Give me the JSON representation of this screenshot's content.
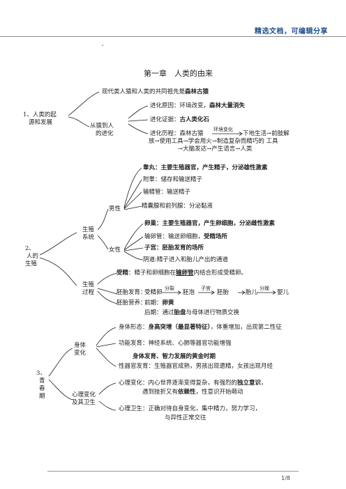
{
  "header": {
    "text": "精选文档，可编辑分享"
  },
  "title": "第一章　人类的由来",
  "s1": {
    "label": [
      "1、人类的起",
      "源和发展"
    ],
    "ancestor": {
      "text": "现代类人猿和人类的共同祖先是",
      "bold": "森林古猿"
    },
    "from_ape": [
      "从猿到人",
      "的进化"
    ],
    "reason": {
      "text": "进化原因：环境改变，",
      "bold": "森林大量消失"
    },
    "evidence": {
      "text": "进化证据：",
      "bold": "古人类化石"
    },
    "process": {
      "line1_a": "进化历程：森林古猿",
      "arrow_label": "环境变化",
      "line1_b": "下地生活→前肢解",
      "line2": "放→使用工具→学会用火→制造复杂而精巧的 工具",
      "line3": "→大脑发达→产生语言→人类"
    }
  },
  "s2": {
    "label": [
      "2、",
      "人的",
      "生殖"
    ],
    "system": [
      "生殖",
      "系统"
    ],
    "male": "男性",
    "female": "女性",
    "male_items": [
      {
        "text": "睾丸：主要生殖器官，",
        "bold": "产生精子，分泌雄性激素"
      },
      {
        "text": "附睾：储存和输送精子",
        "bold": ""
      },
      {
        "text": "输精管：输送精子",
        "bold": ""
      },
      {
        "text": "精囊腺和前列腺：分泌黏液",
        "bold": ""
      }
    ],
    "female_items": [
      {
        "text": "卵巢：主要生殖器官，",
        "bold": "产生卵细胞，分泌雌性激素"
      },
      {
        "text": "输卵管：输送卵细胞，",
        "bold": "受精场所"
      },
      {
        "text": "子宫：",
        "bold": "胚胎发育的场所"
      },
      {
        "text": "阴道:精子进入和胎儿产出的通道",
        "bold": ""
      }
    ],
    "process": [
      "生殖",
      "过程"
    ],
    "fertilization": {
      "bold": "受精",
      "a": "：精子和卵细胞在",
      "hl": "输卵管",
      "b": "内结合形成受精卵。"
    },
    "develop": {
      "label": "胚胎发育：",
      "nodes": [
        "受精卵",
        "胚泡",
        "胎儿",
        "婴儿"
      ],
      "arrows": [
        "分裂",
        "子宫",
        "分娩"
      ],
      "mid": "胚胎"
    },
    "nutrition": {
      "label": "胚胎营养：",
      "early": "前期：",
      "early_b": "卵黄",
      "late": "后期：通过",
      "late_b": "胎盘",
      "late_c": "与母体进行物质交换"
    }
  },
  "s3": {
    "label": [
      "3、",
      "青",
      "春",
      "期"
    ],
    "body": [
      "身体",
      "变化"
    ],
    "mind": [
      "心理变化",
      "及其卫生"
    ],
    "shape": {
      "text": "身体形态：",
      "bold": "身高突增（最显著特征）",
      "rest": "，体重增加，出现第二性征"
    },
    "function": "功能发育：神经系统、心肺等器官功能增强",
    "golden": "身体发育、智力发展的黄金时期",
    "sex": "性器官发育：生殖器官成熟，男孩出现遗精，女孩出现月经",
    "psych_a": {
      "text": "心理变化：内心世界逐渐变得复杂，有强烈的",
      "bold": "独立意识",
      "tail": "，"
    },
    "psych_b": {
      "text": "遇到挫折又有",
      "bold": "依赖性",
      "tail": "，性意识开始萌动"
    },
    "hygiene_a": "心理卫生：正确对待自身变化，集中精力，努力学习，",
    "hygiene_b": "与异性正常交往"
  },
  "footer": {
    "page": "1/8"
  }
}
